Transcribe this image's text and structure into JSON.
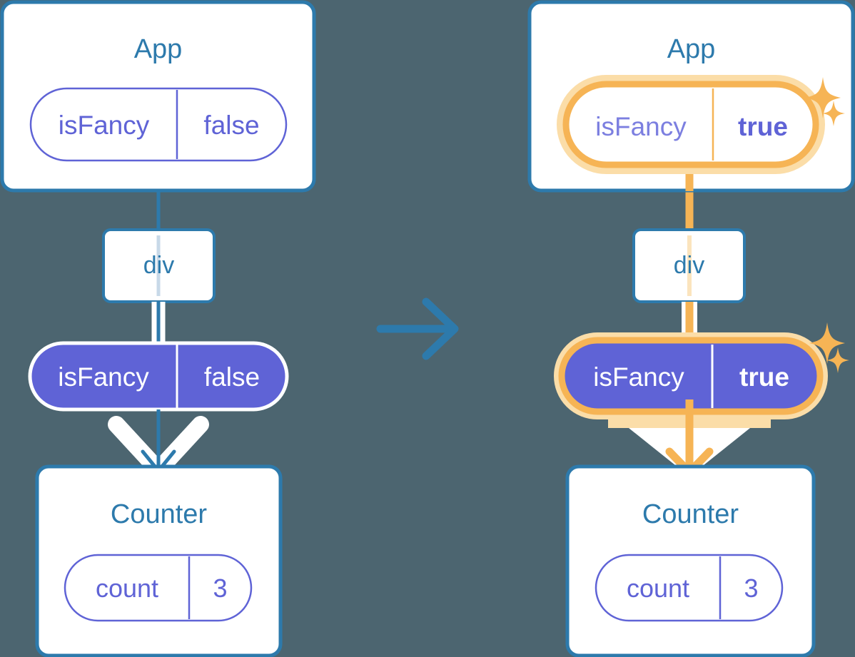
{
  "diagram": {
    "title_hidden": "",
    "background_color": "#4c6570",
    "accent_blue": "#2d7aac",
    "accent_purple": "#5f63d6",
    "accent_orange": "#f6b455",
    "accent_orange_glow": "#fbdda8",
    "panels": [
      {
        "id": "before",
        "component": "App",
        "state_pill": {
          "name": "isFancy",
          "value": "false",
          "highlighted": "false"
        },
        "child_element": "div",
        "prop_pill": {
          "name": "isFancy",
          "value": "false",
          "highlighted": "false"
        },
        "child_component": "Counter",
        "child_state_pill": {
          "name": "count",
          "value": "3",
          "highlighted": "false"
        }
      },
      {
        "id": "after",
        "component": "App",
        "state_pill": {
          "name": "isFancy",
          "value": "true",
          "highlighted": "true"
        },
        "child_element": "div",
        "prop_pill": {
          "name": "isFancy",
          "value": "true",
          "highlighted": "true"
        },
        "child_component": "Counter",
        "child_state_pill": {
          "name": "count",
          "value": "3",
          "highlighted": "false"
        }
      }
    ],
    "transition_arrow": "arrow-right-icon",
    "sparkles": [
      "sparkle-icon",
      "sparkle-icon",
      "sparkle-icon",
      "sparkle-icon"
    ]
  }
}
